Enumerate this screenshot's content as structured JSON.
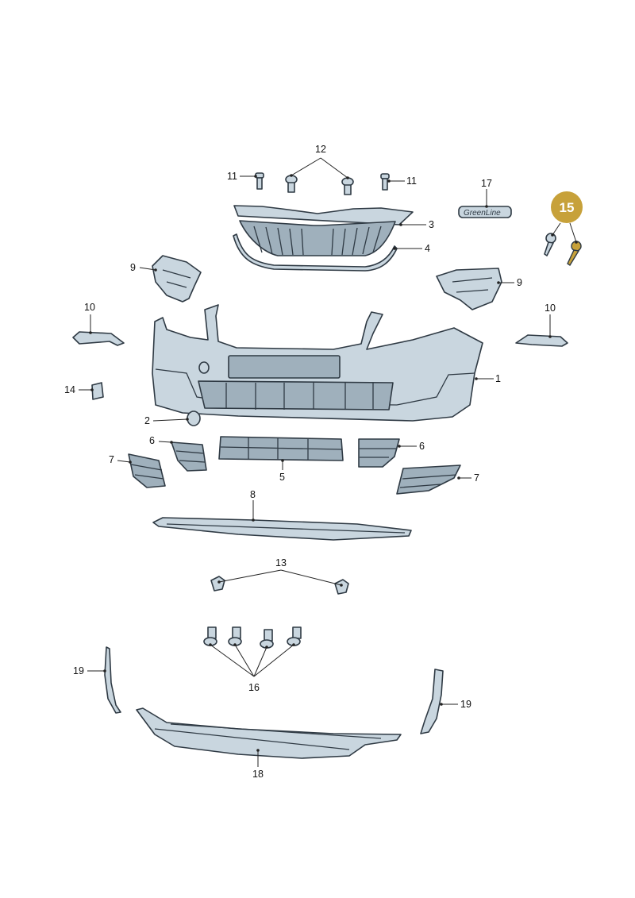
{
  "callouts": {
    "c1": "1",
    "c2": "2",
    "c3": "3",
    "c4": "4",
    "c5": "5",
    "c6": "6",
    "c7": "7",
    "c8": "8",
    "c9": "9",
    "c10": "10",
    "c11": "11",
    "c12": "12",
    "c13": "13",
    "c14": "14",
    "c15": "15",
    "c16": "16",
    "c17": "17",
    "c18": "18",
    "c19": "19"
  },
  "emblem_text": "GreenLine",
  "colors": {
    "badge": "#c7a13a",
    "part_fill": "#c9d6df",
    "outline": "#2f3a44"
  }
}
